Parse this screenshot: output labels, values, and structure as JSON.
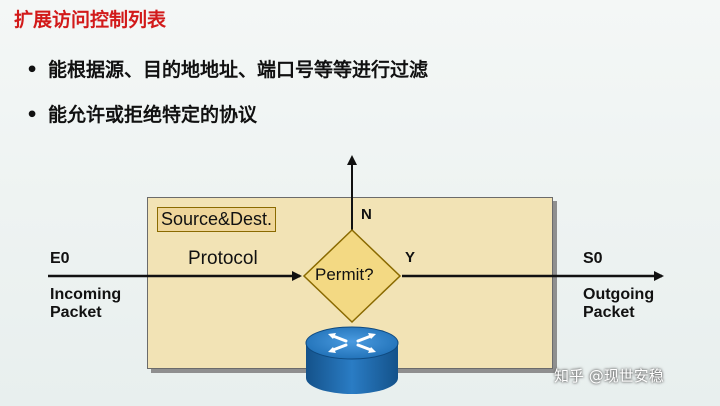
{
  "title": "扩展访问控制列表",
  "bullets": [
    "能根据源、目的地地址、端口号等等进行过滤",
    "能允许或拒绝特定的协议"
  ],
  "diagram": {
    "source_dest": "Source&Dest.",
    "protocol": "Protocol",
    "decision": "Permit?",
    "no_label": "N",
    "yes_label": "Y",
    "in_interface": "E0",
    "in_desc_line1": "Incoming",
    "in_desc_line2": "Packet",
    "out_interface": "S0",
    "out_desc_line1": "Outgoing",
    "out_desc_line2": "Packet",
    "router_icon": "router-icon",
    "colors": {
      "box_fill": "#f2e3b5",
      "diamond_fill": "#f3d983",
      "router_blue": "#1f6fb5",
      "title_red": "#d21a1a"
    }
  },
  "watermark": "知乎 @现世安稳"
}
